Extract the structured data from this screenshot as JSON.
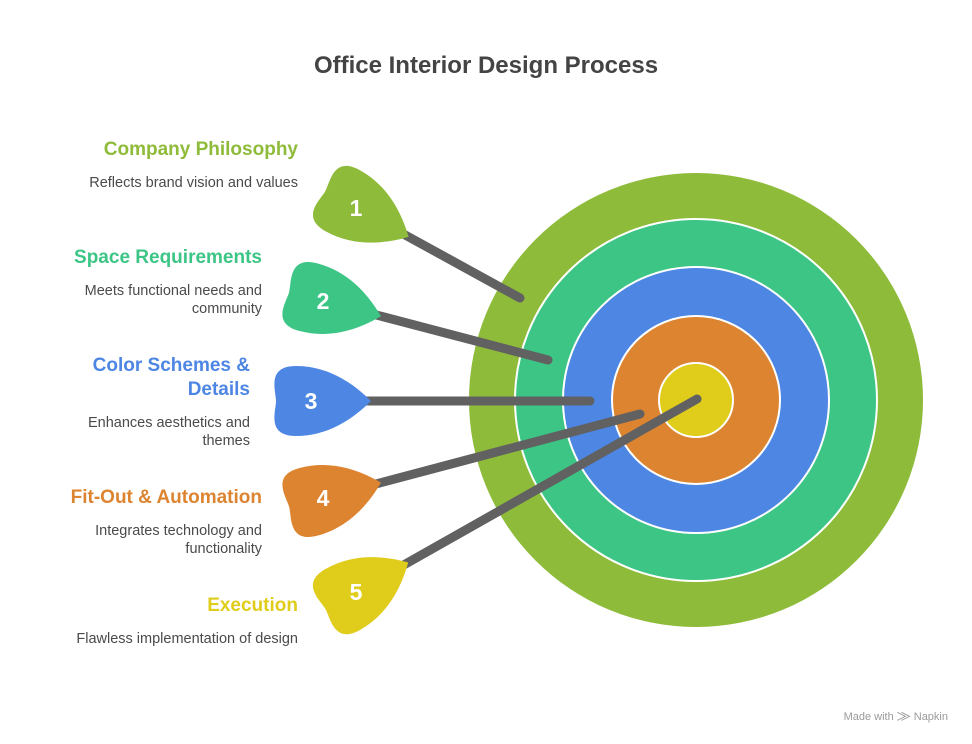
{
  "title": "Office Interior Design Process",
  "steps": [
    {
      "number": "1",
      "title": "Company Philosophy",
      "description": "Reflects brand vision and values",
      "color": "#8fbb3a"
    },
    {
      "number": "2",
      "title": "Space Requirements",
      "description": "Meets functional needs and community",
      "color": "#3cc585"
    },
    {
      "number": "3",
      "title": "Color Schemes & Details",
      "description": "Enhances aesthetics and themes",
      "color": "#4d86e3"
    },
    {
      "number": "4",
      "title": "Fit-Out & Automation",
      "description": "Integrates technology and functionality",
      "color": "#dd8431"
    },
    {
      "number": "5",
      "title": "Execution",
      "description": "Flawless implementation of design",
      "color": "#e0cd1b"
    }
  ],
  "ring_colors": [
    "#8fbb3a",
    "#3cc585",
    "#4d86e3",
    "#dd8431",
    "#e0cd1b"
  ],
  "dart_shaft_color": "#616161",
  "footer": {
    "made_with": "Made with",
    "brand": "Napkin",
    "icon": "napkin-logo-icon"
  }
}
